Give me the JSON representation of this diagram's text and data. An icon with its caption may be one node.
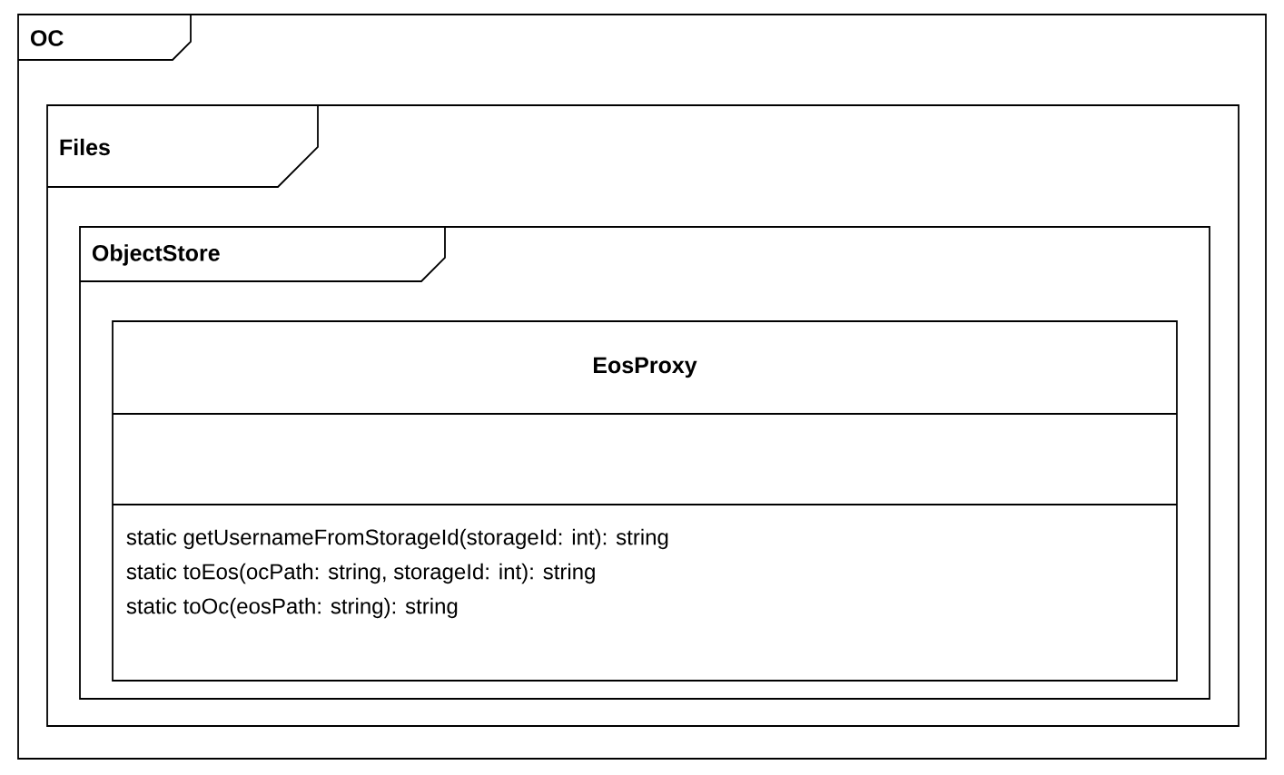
{
  "diagram": {
    "nodes": [
      {
        "text": [
          "OC"
        ]
      },
      {
        "text": [
          "Files"
        ],
        "in": 0
      },
      {
        "text": [
          "ObjectStore"
        ],
        "in": 1
      },
      {
        "text": [
          "EosProxy",
          "static getUsernameFromStorageId(storageId: int): string",
          "static toEos(ocPath: string, storageId: int): string",
          "static toOc(eosPath: string): string"
        ],
        "in": 2
      }
    ]
  }
}
